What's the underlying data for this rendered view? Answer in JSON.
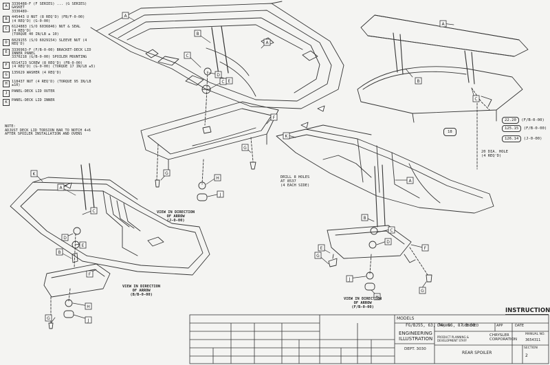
{
  "legend": [
    {
      "key": "A",
      "text": "3336488-F (F SERIES) ... (G SERIES) GASKET\n3336489-"
    },
    {
      "key": "B",
      "text": "445443 U NUT (8 REQ'D) (FB/F-0-00)\n(4 REQ'D) (G-0-00)"
    },
    {
      "key": "C",
      "text": "6124883 (S/O 6036846) NUT & SEAL\n(4 REQ'D)\n(TORQUE 40 IN/LB ± 10)"
    },
    {
      "key": "D",
      "text": "6029155 (S/O 6029154) SLEEVE NUT (4 REQ'D)"
    },
    {
      "key": "E",
      "text": "3336963-F (F/B-0-00) BRACKET-DECK LID INNER PANEL\n3370218 (G/B-0-00) SPOILER MOUNTING"
    },
    {
      "key": "F",
      "text": "6514723 SCREW (8 REQ'D) (FB-0-00)\n(4 REQ'D) (G-0-00) (TORQUE 17 IN/LB ±5)"
    },
    {
      "key": "G",
      "text": "135629 WASHER (4 REQ'D)"
    },
    {
      "key": "H",
      "text": "118437 NUT (4 REQ'D) (TORQUE 95 IN/LB ±10)"
    },
    {
      "key": "J",
      "text": "PANEL-DECK LID OUTER"
    },
    {
      "key": "K",
      "text": "PANEL-DECK LID INNER"
    }
  ],
  "note": "NOTE:\nADJUST DECK LID TORSION BAR TO NOTCH 4+6\nAFTER SPOILER INSTALLATION AND OVENS",
  "views": [
    {
      "id": "view1",
      "text": "VIEW IN DIRECTION\nOF ARROW\n(J-0-00)"
    },
    {
      "id": "view2",
      "text": "VIEW IN DIRECTION\nOF ARROW\n(F/B-0-00)"
    },
    {
      "id": "view3",
      "text": "VIEW IN DIRECTION\nOF ARROW\n(B/B-0-00)"
    }
  ],
  "drill_note": "DRILL 8 HOLES\nAT 8537\n(4 EACH SIDE)",
  "dimensions": [
    {
      "value": "22.20",
      "label": "(F/B-0-00)"
    },
    {
      "value": "125.15",
      "label": "(F/B-0-00)"
    },
    {
      "value": "126.14",
      "label": "(J-0-00)"
    },
    {
      "value": "18",
      "label": ""
    }
  ],
  "hole_note": "20  DIA. HOLE\n(4 REQ'D)",
  "title_block": {
    "instructions": "INSTRUCTIONS",
    "models_label": "MODELS",
    "models_value": "FG/BJ55, 63, 74, 86, 87-3-00",
    "engineering": "ENGINEERING\nILLUSTRATION",
    "dept": "DEPT. 3030",
    "company": "CHRYSLER\nCORPORATION",
    "part_name": "REAR SPOILER",
    "drawn_label": "DRAWN",
    "checked_label": "CHECKED",
    "app_label": "APP",
    "date_label": "DATE",
    "manual_label": "MANUAL NO.",
    "manual_no": "3654311",
    "section_label": "SECTION",
    "section_no": "2",
    "dept_line": "PRODUCT PLANNING & DEVELOPMENT STAFF"
  },
  "callouts": [
    "A",
    "B",
    "C",
    "D",
    "E",
    "F",
    "G",
    "H",
    "J",
    "K"
  ]
}
